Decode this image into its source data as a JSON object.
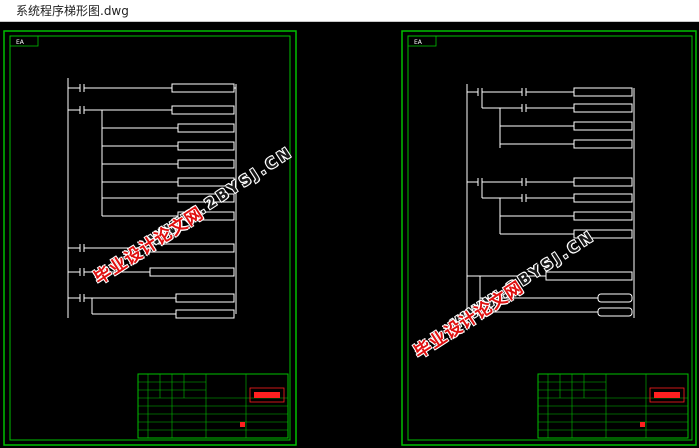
{
  "window": {
    "title": "系统程序梯形图.dwg"
  },
  "colors": {
    "background": "#000000",
    "frame": "#00c000",
    "lines": "#ffffff",
    "accent_red": "#ff2020",
    "title_bar": "#ffffff"
  },
  "watermark": {
    "cn_text": "毕业设计论文网",
    "url_text": "WWW.2BYSJ.CN"
  },
  "sheets": [
    {
      "label": "EA"
    },
    {
      "label": "EA"
    }
  ]
}
